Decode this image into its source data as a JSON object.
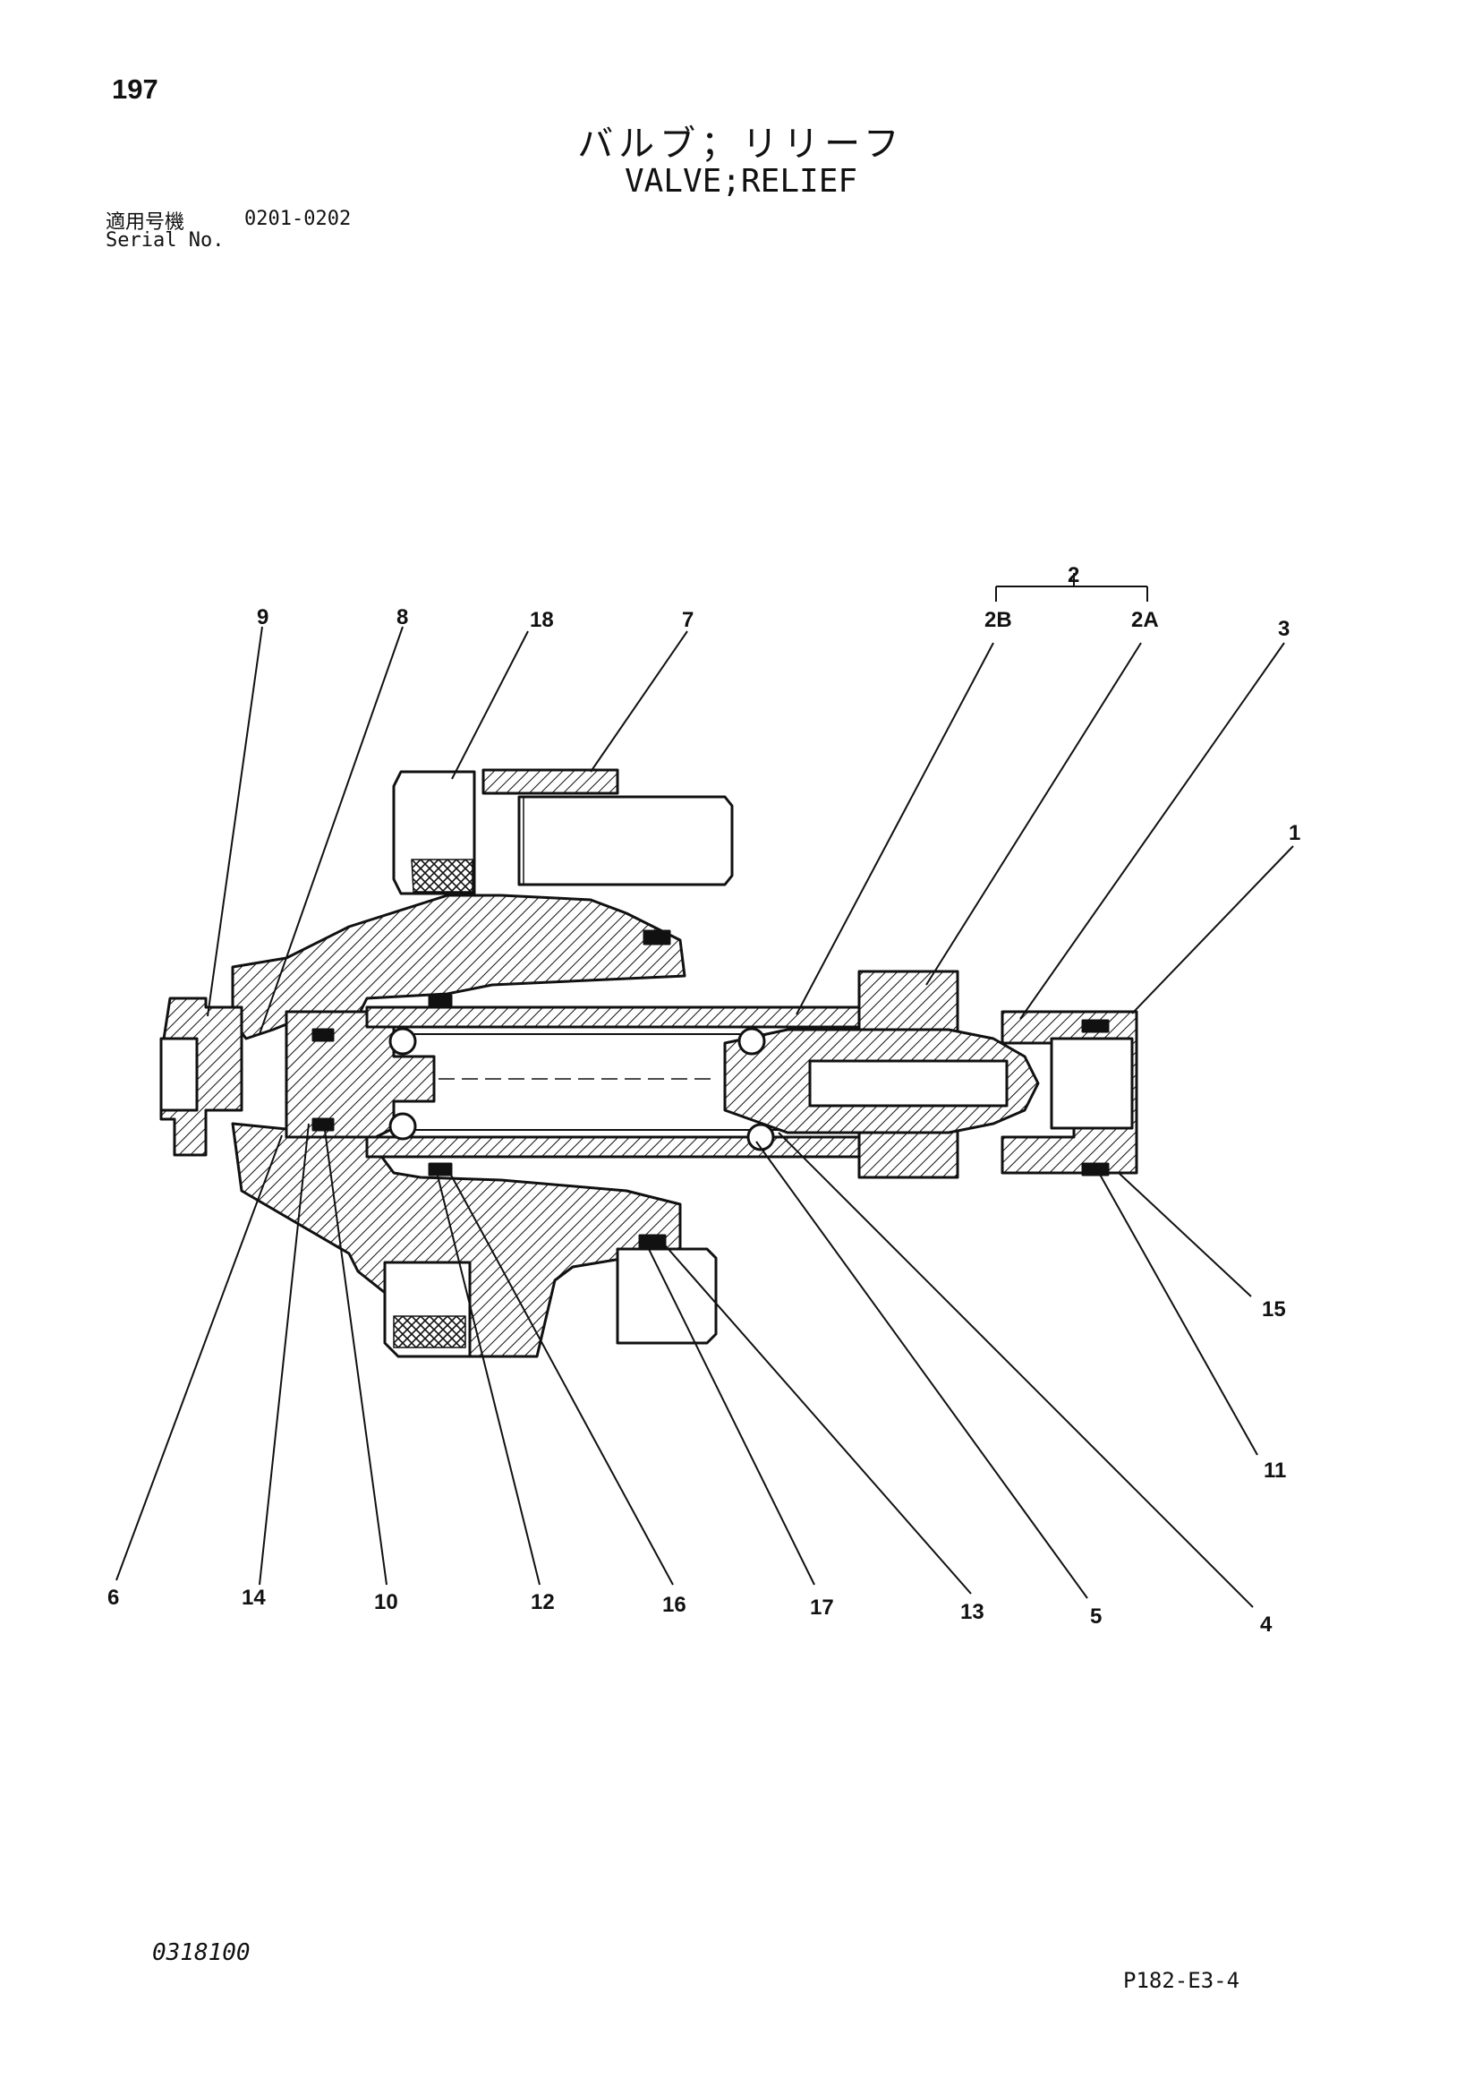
{
  "header": {
    "page_number": "197",
    "title_jp": "バルブ；リリーフ",
    "title_en": "VALVE;RELIEF",
    "serial_label_jp": "適用号機",
    "serial_range": "0201-0202",
    "serial_label_en": "Serial No."
  },
  "footer": {
    "doc_code": "0318100",
    "figure_ref": "P182-E3-4"
  },
  "callouts": {
    "c1": "1",
    "c2": "2",
    "c2a": "2A",
    "c2b": "2B",
    "c3": "3",
    "c4": "4",
    "c5": "5",
    "c6": "6",
    "c7": "7",
    "c8": "8",
    "c9": "9",
    "c10": "10",
    "c11": "11",
    "c12": "12",
    "c13": "13",
    "c14": "14",
    "c15": "15",
    "c16": "16",
    "c17": "17",
    "c18": "18"
  }
}
